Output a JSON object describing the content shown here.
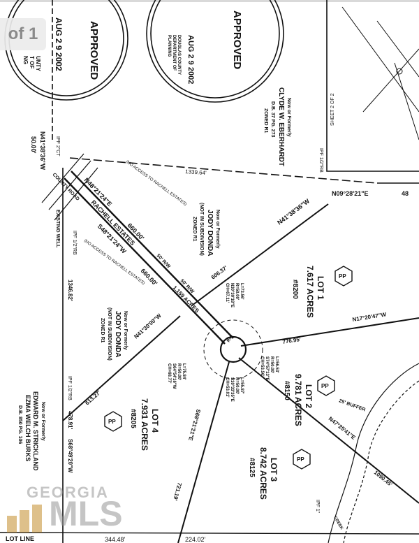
{
  "viewer": {
    "page_badge": "of 1"
  },
  "stamps": {
    "left": {
      "title": "APPROVED",
      "date": "AUG 2 9 2002",
      "lines": [
        "UNTY",
        "T OF",
        "NG"
      ]
    },
    "right": {
      "title": "APPROVED",
      "date": "AUG 2 9 2002",
      "lines": [
        "DOUGLAS COUNTY",
        "DEPARTMENT OF",
        "PLANNING"
      ]
    }
  },
  "sheet": "SHEET 2 OF 2",
  "owners": {
    "north": [
      "Now or Formerly",
      "CLYDE W. EBERHARDT",
      "D.B. 37 PG. 273",
      "ZONED R1"
    ],
    "middle": [
      "Now or Formerly",
      "JODY DONDA",
      "(NOT IN SUBDIVISION)",
      "ZONED R1"
    ],
    "west": [
      "Now or Formerly",
      "JODY DONDA",
      "(NOT IN SUBDIVISION)",
      "ZONED R1"
    ],
    "southwest": [
      "Now or Formerly",
      "EDWARD M. STRICKLAND",
      "EZMA WELCH BURKS",
      "D.B. 850 PG. 106"
    ]
  },
  "road": {
    "name": "RACHELL ESTATES",
    "row": "50' R/W",
    "acres": "1.159 ACRES",
    "bearing_n": "N48°21'24\"E",
    "bearing_s": "S48°21'24\"W",
    "len1": "660.00'",
    "len2": "660.00'",
    "no_access_1": "(NO ACCESS TO RACHELL ESTATES)",
    "no_access_2": "(NO ACCESS TO RACHELL ESTATES)",
    "existing_well": "EXISTING WELL",
    "county_road": "COUNTY ROAD"
  },
  "lots": [
    {
      "name": "LOT 1",
      "acres": "7.617 ACRES",
      "number": "#8200"
    },
    {
      "name": "LOT 2",
      "acres": "9.781 ACRES",
      "number": "#8150"
    },
    {
      "name": "LOT 3",
      "acres": "8.742 ACRES",
      "number": "#8125"
    },
    {
      "name": "LOT 4",
      "acres": "7.931 ACRES",
      "number": "#8205"
    }
  ],
  "pp_mark": "PP",
  "bearings": {
    "b1": "N41°38'36\"W",
    "b1_len": "50.00'",
    "b2": "1339.64'",
    "b3": "N41°38'36\"W",
    "b3_len": "606.37'",
    "b4": "N09°28'21\"E",
    "b4_len": "48",
    "b5": "N17°20'47\"W",
    "b5_len": "776.95'",
    "b6": "N47°25'41\"E",
    "b6_len": "1090.45'",
    "b7": "N41°30'00\"W",
    "b7_len": "613.27'",
    "b8": "1346.82'",
    "b9": "S68°49'20\"W",
    "b9_len": "478.91'",
    "b10": "S68°21'21\"E",
    "b10_len": "721.19'",
    "b11": "344.48'",
    "b12": "224.02'"
  },
  "curves": {
    "c1": [
      "L=73.56'",
      "R=50.00'",
      "N30°30'18\"E",
      "CH=67.11'"
    ],
    "c2": [
      "L=56.53'",
      "R=50.00'",
      "S74°57'13\"E",
      "CH=53.56'"
    ],
    "c3": [
      "L=55.87'",
      "R=50.00'",
      "S10°33'35\"E",
      "CH=53.01'"
    ],
    "c4": [
      "L=75.84'",
      "R=50.00'",
      "S64°54'16\"W",
      "CH=68.77'"
    ]
  },
  "misc": {
    "ipf1": "IPF 2\"CT",
    "ipf2": "IPF 1/2\"RB",
    "ipf3": "IPF 1/2\"RB",
    "ipf4": "IPF 1/2\"RB",
    "ipf5": "IPF 1\"",
    "r40": "R40",
    "buffer": "25' BUFFER",
    "creek": "CREEK",
    "lot_line": "LOT LINE",
    "row_label": "50' R/W"
  },
  "watermark": {
    "line1": "GEORGIA",
    "line2": "MLS"
  }
}
